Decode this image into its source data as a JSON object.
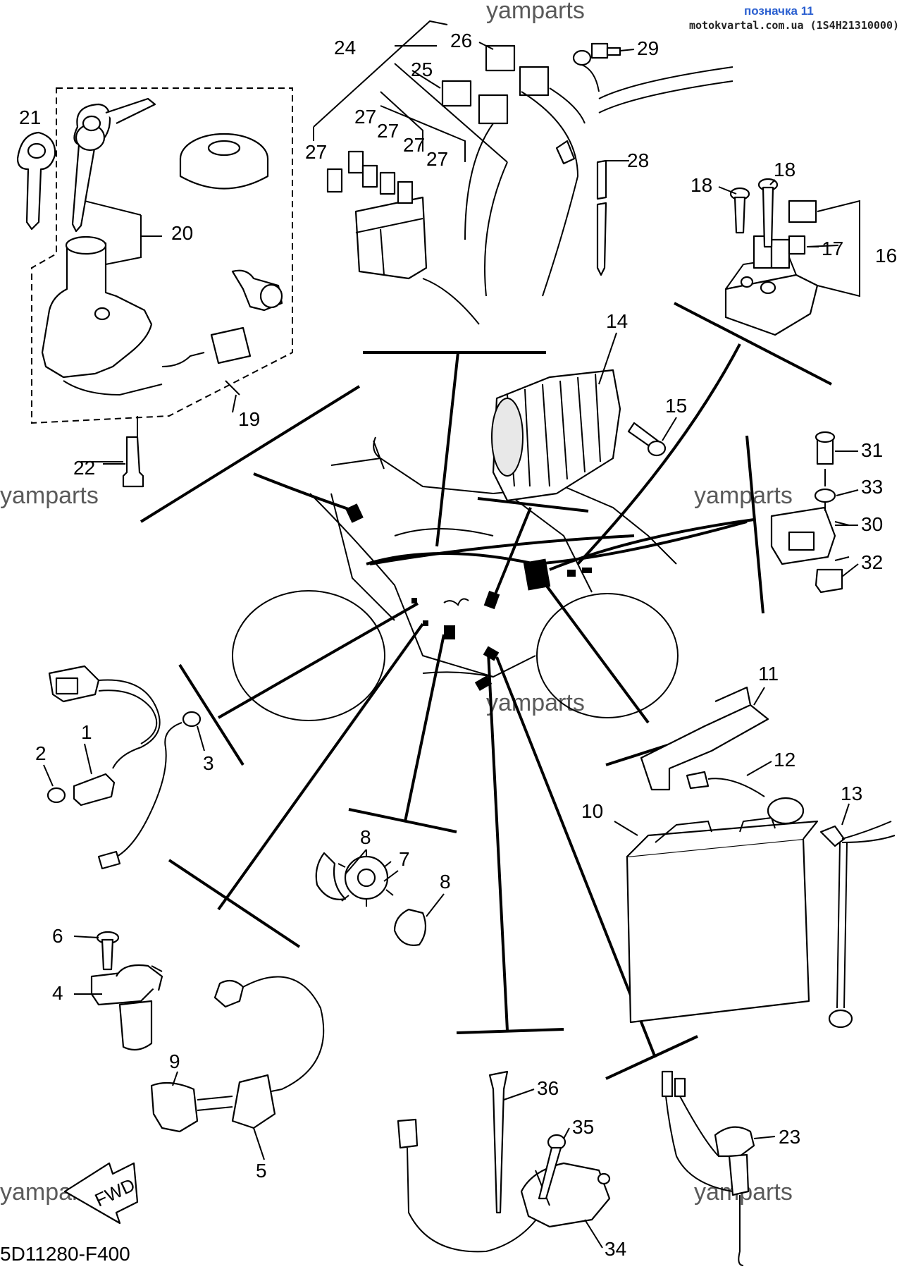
{
  "header": {
    "label": "позначка 11",
    "source": "motokvartal.com.ua (1S4H21310000)"
  },
  "watermark": "yamparts",
  "diagram_code": "5D11280-F400",
  "fwd_label": "FWD",
  "callouts": [
    "1",
    "2",
    "3",
    "4",
    "5",
    "6",
    "7",
    "8",
    "8",
    "9",
    "10",
    "11",
    "12",
    "13",
    "14",
    "15",
    "16",
    "17",
    "18",
    "18",
    "19",
    "20",
    "21",
    "22",
    "23",
    "24",
    "25",
    "26",
    "27",
    "27",
    "27",
    "27",
    "27",
    "28",
    "29",
    "30",
    "31",
    "32",
    "33",
    "34",
    "35",
    "36"
  ],
  "colors": {
    "line": "#000000",
    "watermark": "#5a5a5a",
    "header_label": "#2a5fd0"
  }
}
